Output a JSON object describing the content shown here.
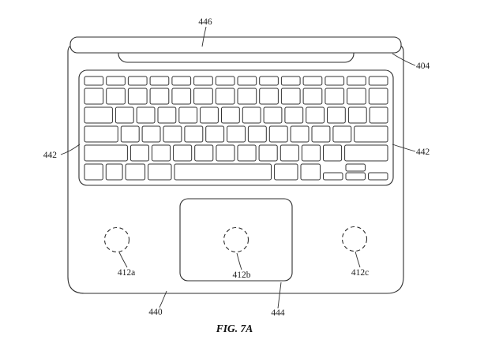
{
  "figure": {
    "caption": "FIG. 7A",
    "labels": {
      "top_cover": "446",
      "housing_corner": "404",
      "keyboard_left": "442",
      "keyboard_right": "442",
      "sensor_left": "412a",
      "sensor_center": "412b",
      "sensor_right": "412c",
      "base": "440",
      "trackpad": "444"
    }
  }
}
